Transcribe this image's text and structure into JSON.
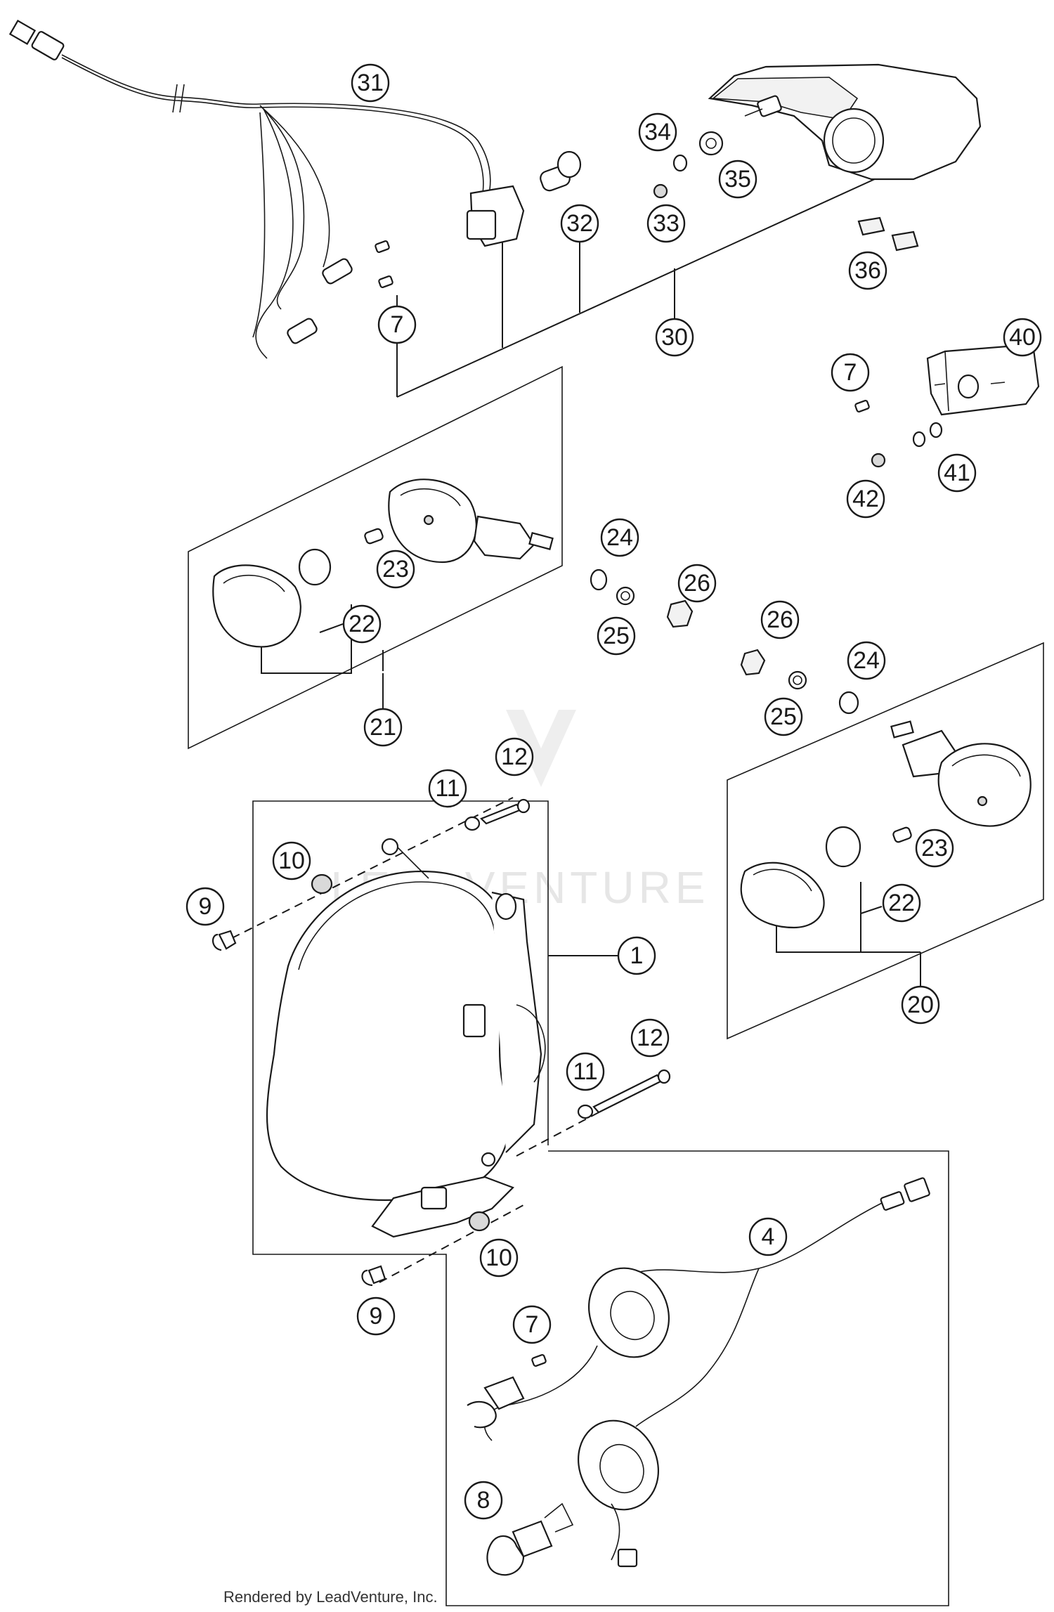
{
  "callouts": {
    "c1": "1",
    "c4": "4",
    "c7a": "7",
    "c7b": "7",
    "c7c": "7",
    "c8": "8",
    "c9a": "9",
    "c9b": "9",
    "c10a": "10",
    "c10b": "10",
    "c11a": "11",
    "c11b": "11",
    "c12a": "12",
    "c12b": "12",
    "c20": "20",
    "c21": "21",
    "c22a": "22",
    "c22b": "22",
    "c23a": "23",
    "c23b": "23",
    "c24a": "24",
    "c24b": "24",
    "c25a": "25",
    "c25b": "25",
    "c26a": "26",
    "c26b": "26",
    "c30": "30",
    "c31": "31",
    "c32": "32",
    "c33": "33",
    "c34": "34",
    "c35": "35",
    "c36": "36",
    "c40": "40",
    "c41": "41",
    "c42": "42"
  },
  "watermark": "LEADVENTURE",
  "footer": "Rendered by LeadVenture, Inc."
}
